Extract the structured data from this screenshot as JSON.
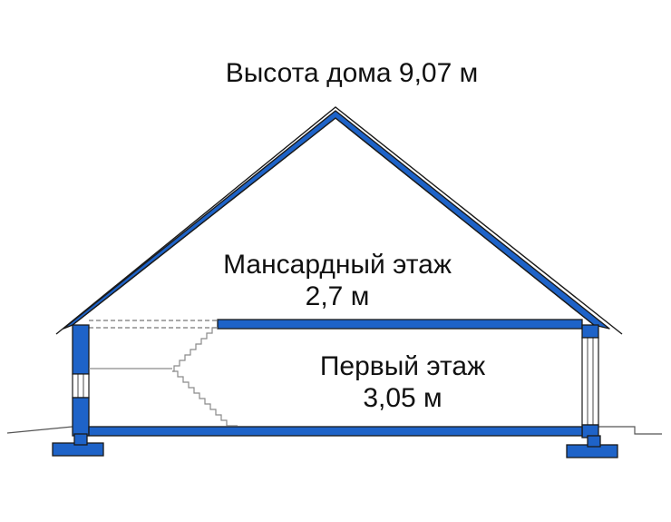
{
  "title": "Высота дома 9,07 м",
  "attic": {
    "name": "Мансардный этаж",
    "height": "2,7 м"
  },
  "ground": {
    "name": "Первый этаж",
    "height": "3,05 м"
  },
  "colors": {
    "structure": "#1e63c8",
    "outline": "#1a1a1a",
    "thin_line": "#8a8a8a",
    "background": "#ffffff"
  }
}
